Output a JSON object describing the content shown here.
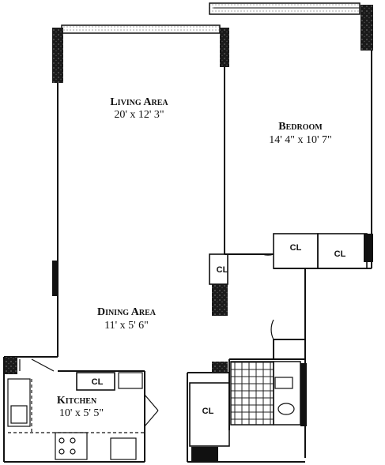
{
  "rooms": {
    "living": {
      "name": "Living Area",
      "dims": "20' x 12' 3\""
    },
    "bedroom": {
      "name": "Bedroom",
      "dims": "14' 4\" x 10' 7\""
    },
    "dining": {
      "name": "Dining Area",
      "dims": "11' x 5' 6\""
    },
    "kitchen": {
      "name": "Kitchen",
      "dims": "10' x 5' 5\""
    }
  },
  "closets": {
    "bedroom_left": "CL",
    "bedroom_right": "CL",
    "hall": "CL",
    "kitchen": "CL",
    "bath_side": "CL"
  }
}
